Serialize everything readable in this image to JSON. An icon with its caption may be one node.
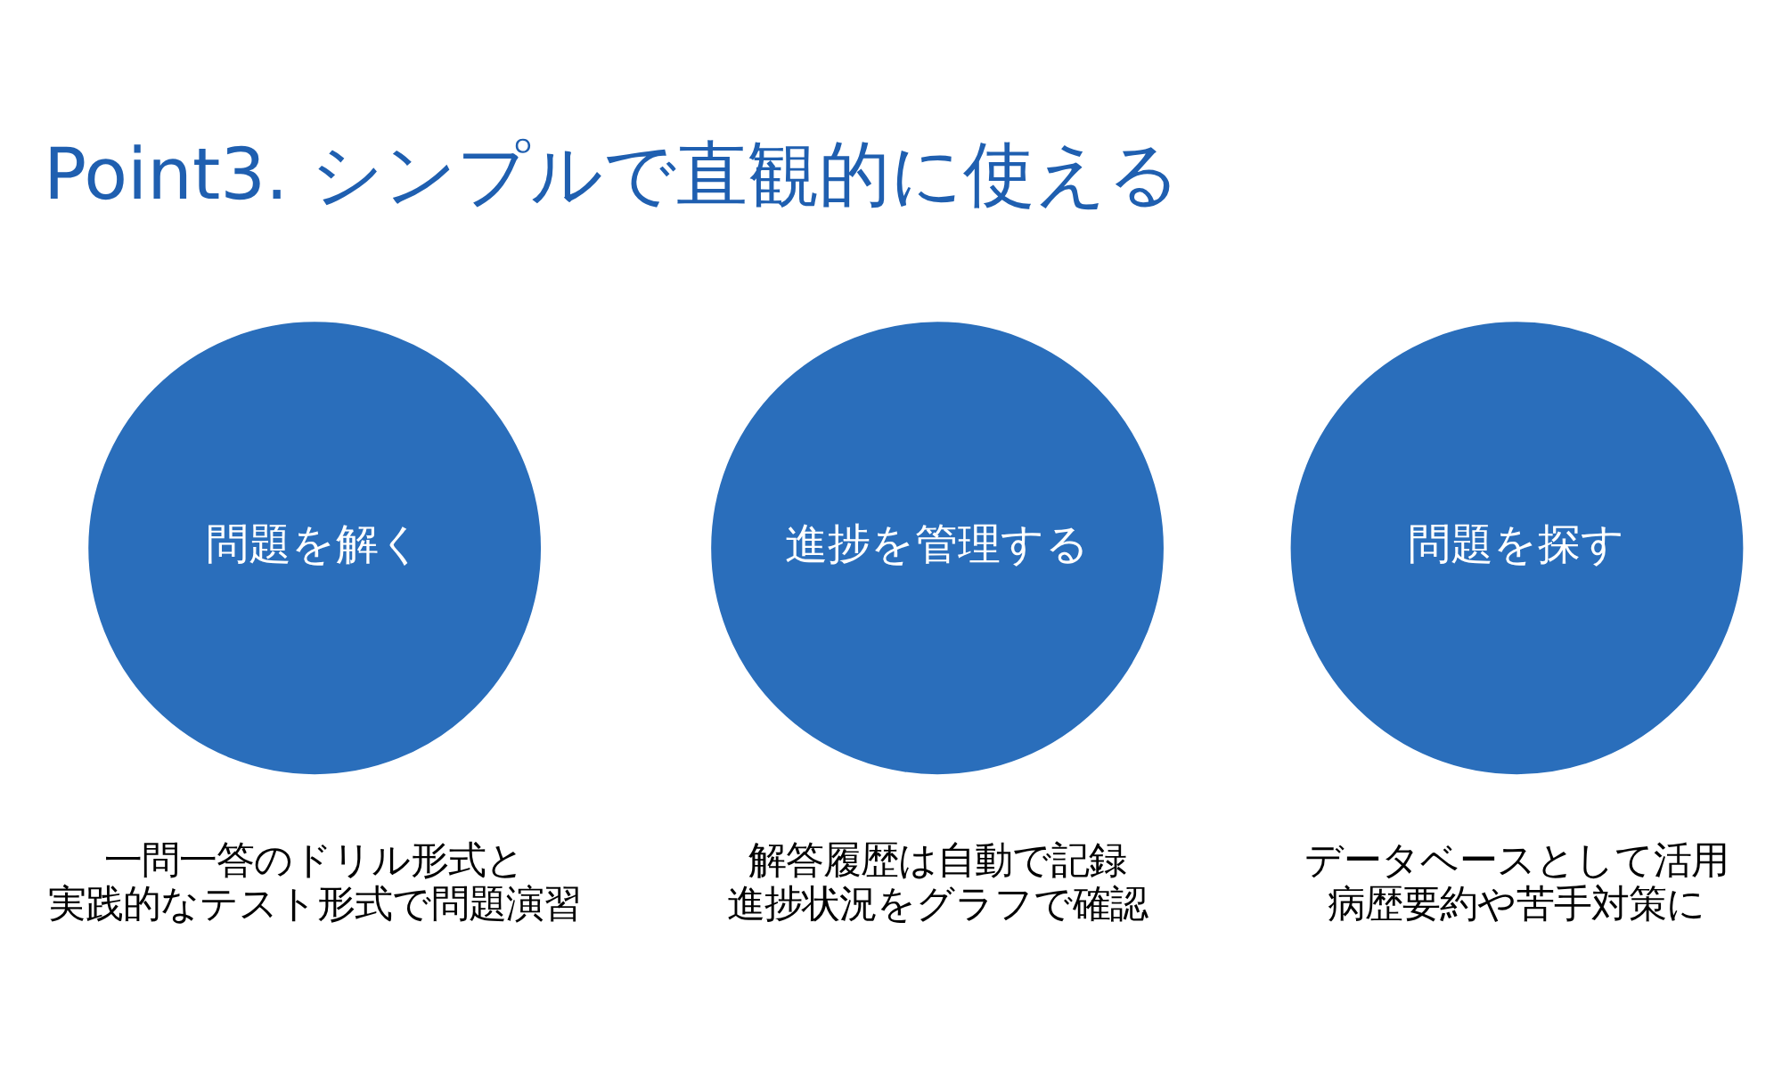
{
  "diagram": {
    "title": "Point3. シンプルで直観的に使える",
    "nodes": [
      {
        "text": [
          "問題を解く"
        ],
        "beside": [
          "一問一答のドリル形式と",
          "実践的なテスト形式で問題演習"
        ]
      },
      {
        "text": [
          "進捗を管理する"
        ],
        "beside": [
          "解答履歴は自動で記録",
          "進捗状況をグラフで確認"
        ]
      },
      {
        "text": [
          "問題を探す"
        ],
        "beside": [
          "データベースとして活用",
          "病歴要約や苦手対策に"
        ]
      }
    ]
  }
}
